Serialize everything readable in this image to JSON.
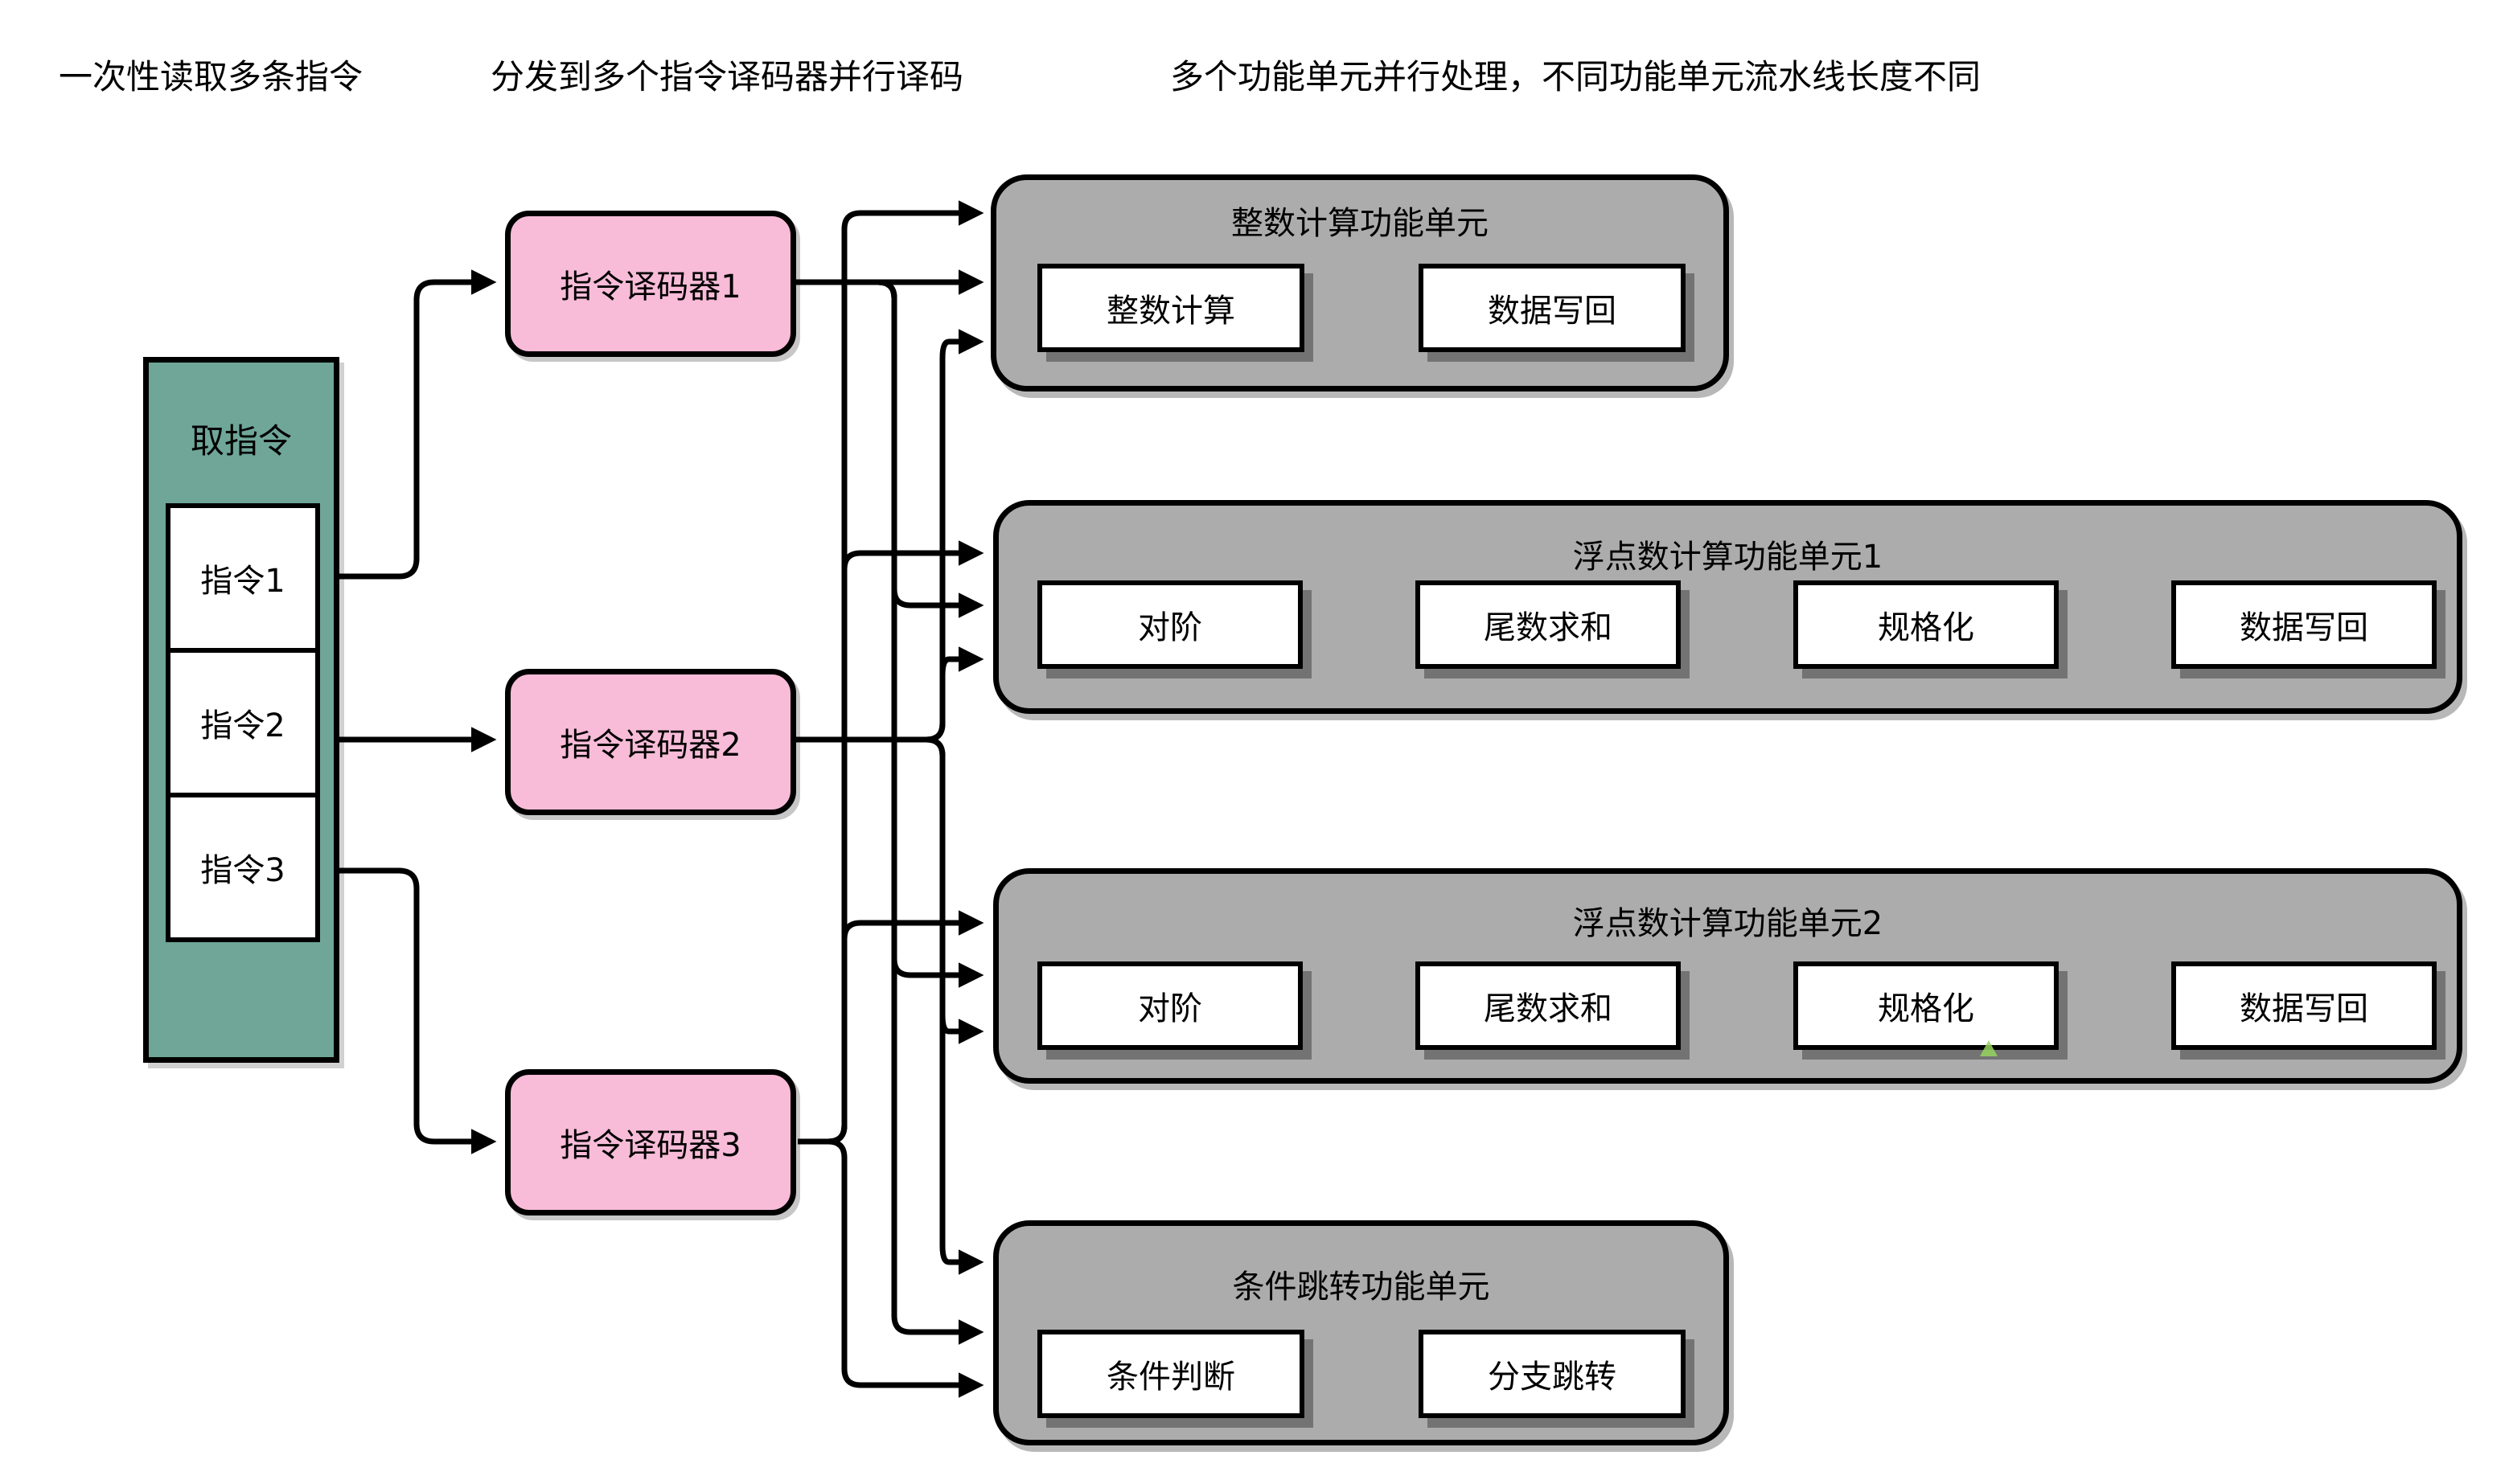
{
  "annotations": {
    "fetch_note": "一次性读取多条指令",
    "decode_note": "分发到多个指令译码器并行译码",
    "units_note": "多个功能单元并行处理，不同功能单元流水线长度不同"
  },
  "fetch_unit": {
    "title": "取指令",
    "instructions": [
      "指令1",
      "指令2",
      "指令3"
    ]
  },
  "decoders": [
    {
      "label": "指令译码器1"
    },
    {
      "label": "指令译码器2"
    },
    {
      "label": "指令译码器3"
    }
  ],
  "functional_units": [
    {
      "title": "整数计算功能单元",
      "stages": [
        "整数计算",
        "数据写回"
      ]
    },
    {
      "title": "浮点数计算功能单元1",
      "stages": [
        "对阶",
        "尾数求和",
        "规格化",
        "数据写回"
      ]
    },
    {
      "title": "浮点数计算功能单元2",
      "stages": [
        "对阶",
        "尾数求和",
        "规格化",
        "数据写回"
      ]
    },
    {
      "title": "条件跳转功能单元",
      "stages": [
        "条件判断",
        "分支跳转"
      ]
    }
  ],
  "colors": {
    "fetch_fill": "#6FA698",
    "decoder_fill": "#F8BCD8",
    "unit_fill": "#ACACAC",
    "stage_fill": "#FFFFFF",
    "line": "#000000",
    "background": "#FFFFFF",
    "artifact_mark": "#96D35F"
  }
}
